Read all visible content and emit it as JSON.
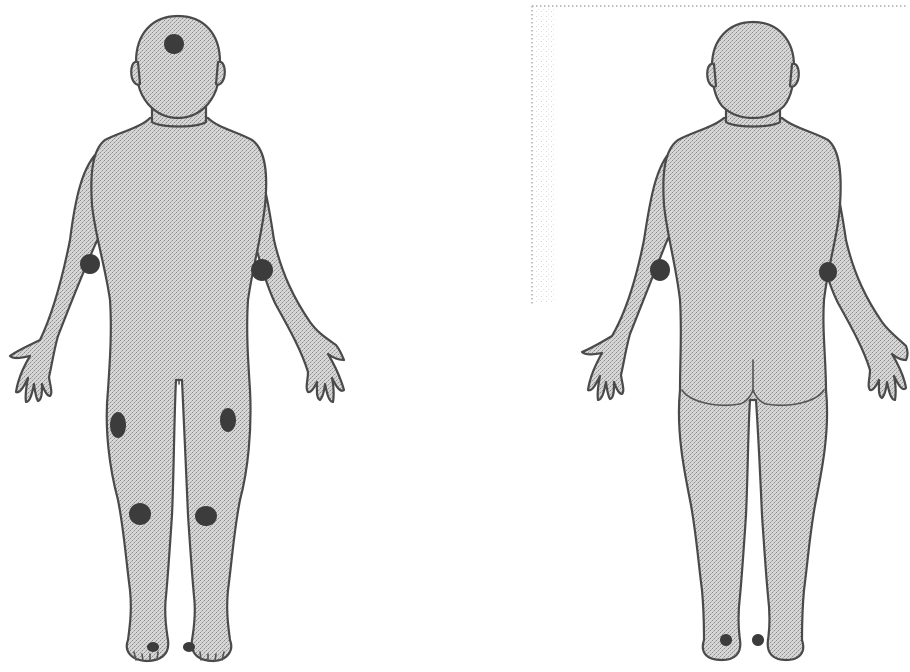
{
  "diagram": {
    "views": [
      {
        "id": "front",
        "markers": [
          {
            "site": "head-crown"
          },
          {
            "site": "right-upper-arm"
          },
          {
            "site": "left-upper-arm"
          },
          {
            "site": "right-thigh"
          },
          {
            "site": "left-thigh"
          },
          {
            "site": "right-knee"
          },
          {
            "site": "left-knee"
          },
          {
            "site": "right-foot"
          },
          {
            "site": "left-foot"
          }
        ]
      },
      {
        "id": "back",
        "markers": [
          {
            "site": "left-upper-arm"
          },
          {
            "site": "right-upper-arm"
          },
          {
            "site": "left-heel"
          },
          {
            "site": "right-heel"
          }
        ]
      }
    ],
    "colors": {
      "skin_stipple": "#c9c9c9",
      "outline": "#4a4a4a",
      "lesion": "#3c3c3c",
      "background": "#ffffff"
    }
  }
}
